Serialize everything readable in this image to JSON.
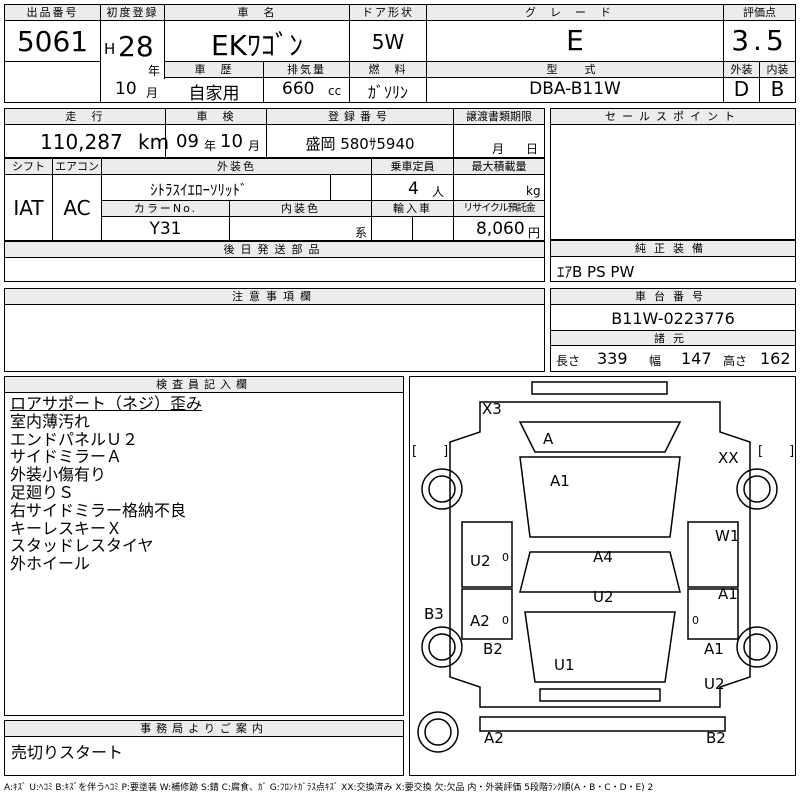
{
  "sheet": {
    "lot_no": {
      "label": "出品番号",
      "value": "5061"
    },
    "first_reg": {
      "label": "初度登録",
      "era": "H",
      "year": "28",
      "year_unit": "年",
      "month": "10",
      "month_unit": "月"
    },
    "car_name": {
      "label": "車　名",
      "value": "EKﾜｺﾞﾝ"
    },
    "door": {
      "label": "ドア形状",
      "value": "5W"
    },
    "grade": {
      "label": "グレード",
      "value": "E"
    },
    "score": {
      "label": "評価点",
      "value": "3.5"
    },
    "history": {
      "label": "車　歴",
      "value": "自家用"
    },
    "displacement": {
      "label": "排気量",
      "value": "660",
      "unit": "cc"
    },
    "fuel": {
      "label": "燃　料",
      "value": "ｶﾞｿﾘﾝ"
    },
    "model": {
      "label": "型　式",
      "value": "DBA-B11W"
    },
    "exterior_score": {
      "label": "外装",
      "value": "D"
    },
    "interior_score": {
      "label": "内装",
      "value": "B"
    },
    "mileage": {
      "label": "走　行",
      "value": "110,287",
      "unit": "km"
    },
    "inspection": {
      "label": "車　検",
      "year": "09",
      "year_unit": "年",
      "month": "10",
      "month_unit": "月"
    },
    "plate": {
      "label": "登録番号",
      "value": "盛岡 580ｻ5940"
    },
    "transfer_doc": {
      "label": "譲渡書類期限",
      "month_unit": "月",
      "day_unit": "日"
    },
    "sales_point": {
      "label": "セールスポイント"
    },
    "shift": {
      "label": "シフト",
      "value": "IAT"
    },
    "aircon": {
      "label": "エアコン",
      "value": "AC"
    },
    "ext_color": {
      "label": "外装色",
      "value": "ｼﾄﾗｽｲｴﾛｰｿﾘｯﾄﾞ"
    },
    "capacity": {
      "label": "乗車定員",
      "value": "4",
      "unit": "人"
    },
    "max_load": {
      "label": "最大積載量",
      "unit": "kg"
    },
    "color_no": {
      "label": "カラーNo.",
      "value": "Y31"
    },
    "int_color": {
      "label": "内装色",
      "unit": "系"
    },
    "import": {
      "label": "輸入車"
    },
    "recycle": {
      "label": "リサイクル預託金",
      "value": "8,060",
      "unit": "円"
    },
    "later_parts": {
      "label": "後日発送部品"
    },
    "equipment": {
      "label": "純正装備",
      "value": "ｴｱB PS PW"
    },
    "caution": {
      "label": "注意事項欄"
    },
    "chassis": {
      "label": "車台番号",
      "value": "B11W-0223776"
    },
    "dimensions": {
      "label": "諸元",
      "length_label": "長さ",
      "length": "339",
      "width_label": "幅",
      "width": "147",
      "height_label": "高さ",
      "height": "162"
    },
    "inspector": {
      "label": "検査員記入欄",
      "notes": [
        "ロアサポート（ネジ）歪み",
        "室内薄汚れ",
        "エンドパネルＵ２",
        "サイドミラーＡ",
        "外装小傷有り",
        "足廻りＳ",
        "右サイドミラー格納不良",
        "キーレスキーＸ",
        "スタッドレスタイヤ",
        "外ホイール"
      ]
    },
    "office": {
      "label": "事務局よりご案内",
      "value": "売切りスタート"
    },
    "diagram_marks": [
      "X3",
      "A",
      "XX",
      "A1",
      "W1",
      "U2",
      "A4",
      "U2",
      "A1",
      "B3",
      "A2",
      "B2",
      "A1",
      "U1",
      "U2",
      "A2",
      "B2",
      "0",
      "0",
      "0"
    ],
    "bracket_left": "[　　]",
    "bracket_right": "[　　]",
    "footer": "A:ｷｽﾞ U:ﾍｺﾐ B:ｷｽﾞを伴うﾍｺﾐ P:要塗装 W:補修跡 S:錆 C:腐食、ｶﾞ G:ﾌﾛﾝﾄｶﾞﾗｽ点ｷｽﾞ XX:交換済み X:要交換 欠:欠品 内・外装評価 5段階ﾗﾝｸ順(A・B・C・D・E) 2"
  }
}
